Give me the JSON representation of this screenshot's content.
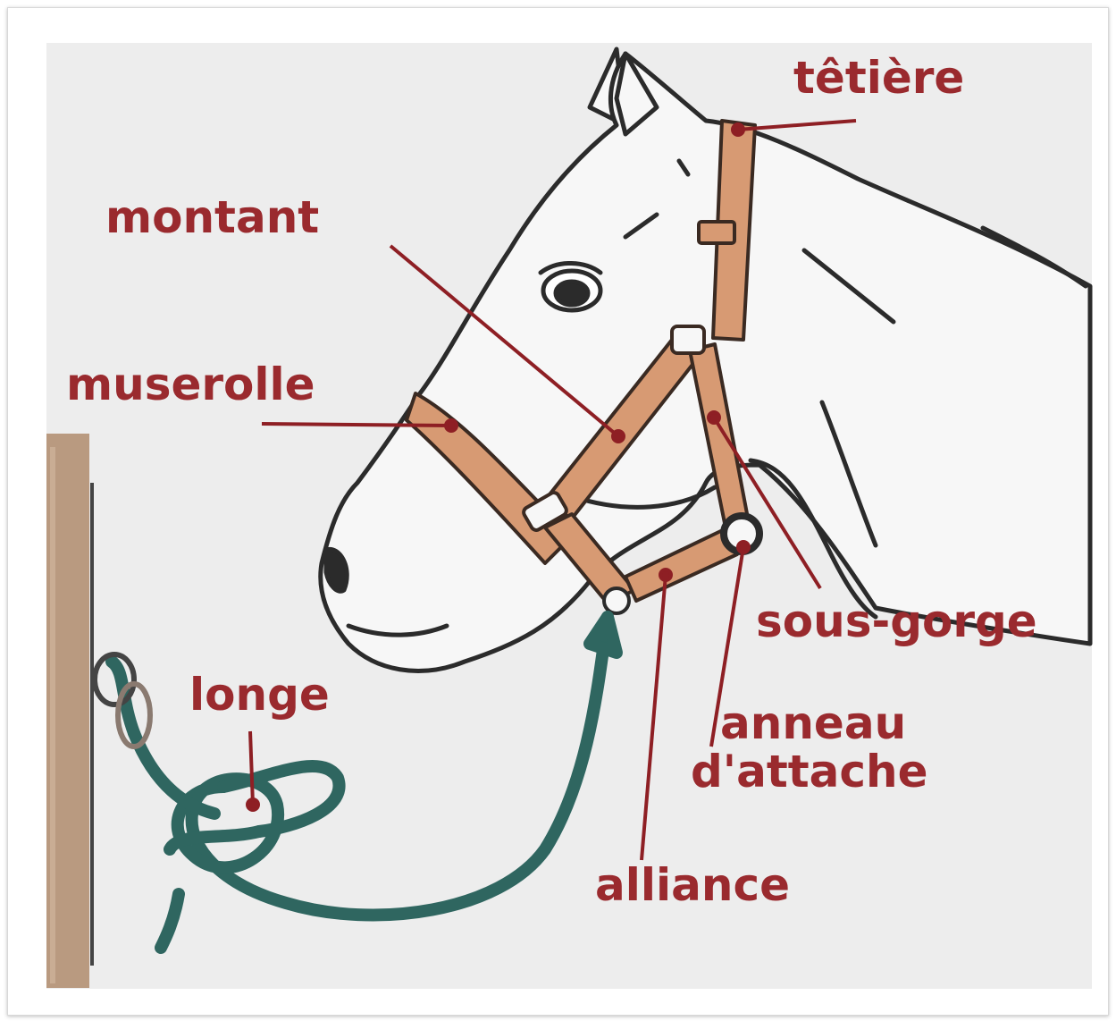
{
  "diagram": {
    "labels": {
      "tetiere": "têtière",
      "montant": "montant",
      "muserolle": "muserolle",
      "sous_gorge": "sous-gorge",
      "anneau_line1": "anneau",
      "anneau_line2": "d'attache",
      "longe": "longe",
      "alliance": "alliance"
    },
    "colors": {
      "label": "#9a2a2e",
      "leader": "#8e1f24",
      "halter": "#d79a73",
      "halter_outline": "#3a2a22",
      "rope": "#2f6660",
      "post": "#b99a80",
      "horse_fill": "#f7f7f7",
      "horse_outline": "#2b2b2b",
      "background": "#ededed"
    },
    "icons": [
      "horse-head-illustration",
      "halter-illustration",
      "lead-rope-knot-illustration",
      "tie-post-illustration"
    ]
  }
}
